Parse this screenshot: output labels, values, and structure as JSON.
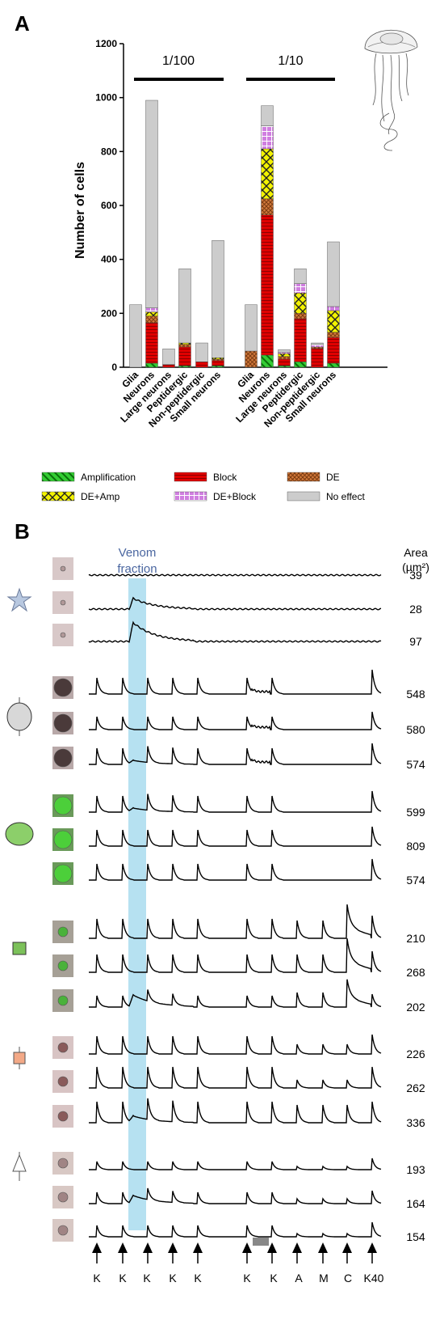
{
  "panel_a_letter": "A",
  "panel_b_letter": "B",
  "chart_data": {
    "type": "bar",
    "stacked": true,
    "ylabel": "Number of cells",
    "ylim": [
      0,
      1200
    ],
    "yticks": [
      0,
      200,
      400,
      600,
      800,
      1000,
      1200
    ],
    "groups": [
      {
        "label": "1/100",
        "categories": [
          "Glia",
          "Neurons",
          "Large neurons",
          "Peptidergic",
          "Non-peptidergic",
          "Small neurons"
        ]
      },
      {
        "label": "1/10",
        "categories": [
          "Glia",
          "Neurons",
          "Large neurons",
          "Peptidergic",
          "Non-peptidergic",
          "Small neurons"
        ]
      }
    ],
    "series": [
      {
        "name": "Amplification",
        "color": "#33cc33",
        "pattern": "diagonal-stripe",
        "values": [
          0,
          15,
          0,
          5,
          0,
          5,
          0,
          45,
          5,
          20,
          0,
          15
        ]
      },
      {
        "name": "Block",
        "color": "#e00000",
        "pattern": "horizontal-lines",
        "values": [
          0,
          150,
          10,
          70,
          20,
          20,
          0,
          520,
          25,
          160,
          70,
          95
        ]
      },
      {
        "name": "DE",
        "color": "#c8641e",
        "pattern": "crosshatch",
        "values": [
          0,
          25,
          0,
          10,
          0,
          5,
          60,
          60,
          10,
          20,
          5,
          20
        ]
      },
      {
        "name": "DE+Amp",
        "color": "#f2f200",
        "pattern": "x-cross",
        "values": [
          0,
          15,
          0,
          5,
          0,
          5,
          0,
          185,
          10,
          75,
          0,
          80
        ]
      },
      {
        "name": "DE+Block",
        "color": "#d07ee0",
        "pattern": "grid",
        "values": [
          0,
          15,
          0,
          0,
          0,
          0,
          0,
          85,
          5,
          35,
          10,
          15
        ]
      },
      {
        "name": "No effect",
        "color": "#cccccc",
        "pattern": "solid",
        "values": [
          232,
          770,
          58,
          275,
          70,
          435,
          172,
          75,
          10,
          55,
          5,
          240
        ]
      }
    ],
    "legend": {
      "placement": "bottom",
      "columns": 3
    }
  },
  "panel_b": {
    "venom_label_line1": "Venom",
    "venom_label_line2": "fraction",
    "area_header_line1": "Area",
    "area_header_line2": "(µm²)",
    "areas": [
      "39",
      "28",
      "97",
      "548",
      "580",
      "574",
      "599",
      "809",
      "574",
      "210",
      "268",
      "202",
      "226",
      "262",
      "336",
      "193",
      "164",
      "154"
    ],
    "stimuli": [
      "K",
      "K",
      "K",
      "K",
      "K",
      "K",
      "K",
      "A",
      "M",
      "C",
      "K40"
    ],
    "colors": {
      "venom_band": "#a9dcef",
      "star": "#b8c8e0",
      "ellipse_grey": "#d8d8d8",
      "ellipse_green": "#8ccf6a",
      "square_green": "#7cc15a",
      "square_orange": "#f3a987",
      "triangle": "#ffffff"
    }
  }
}
